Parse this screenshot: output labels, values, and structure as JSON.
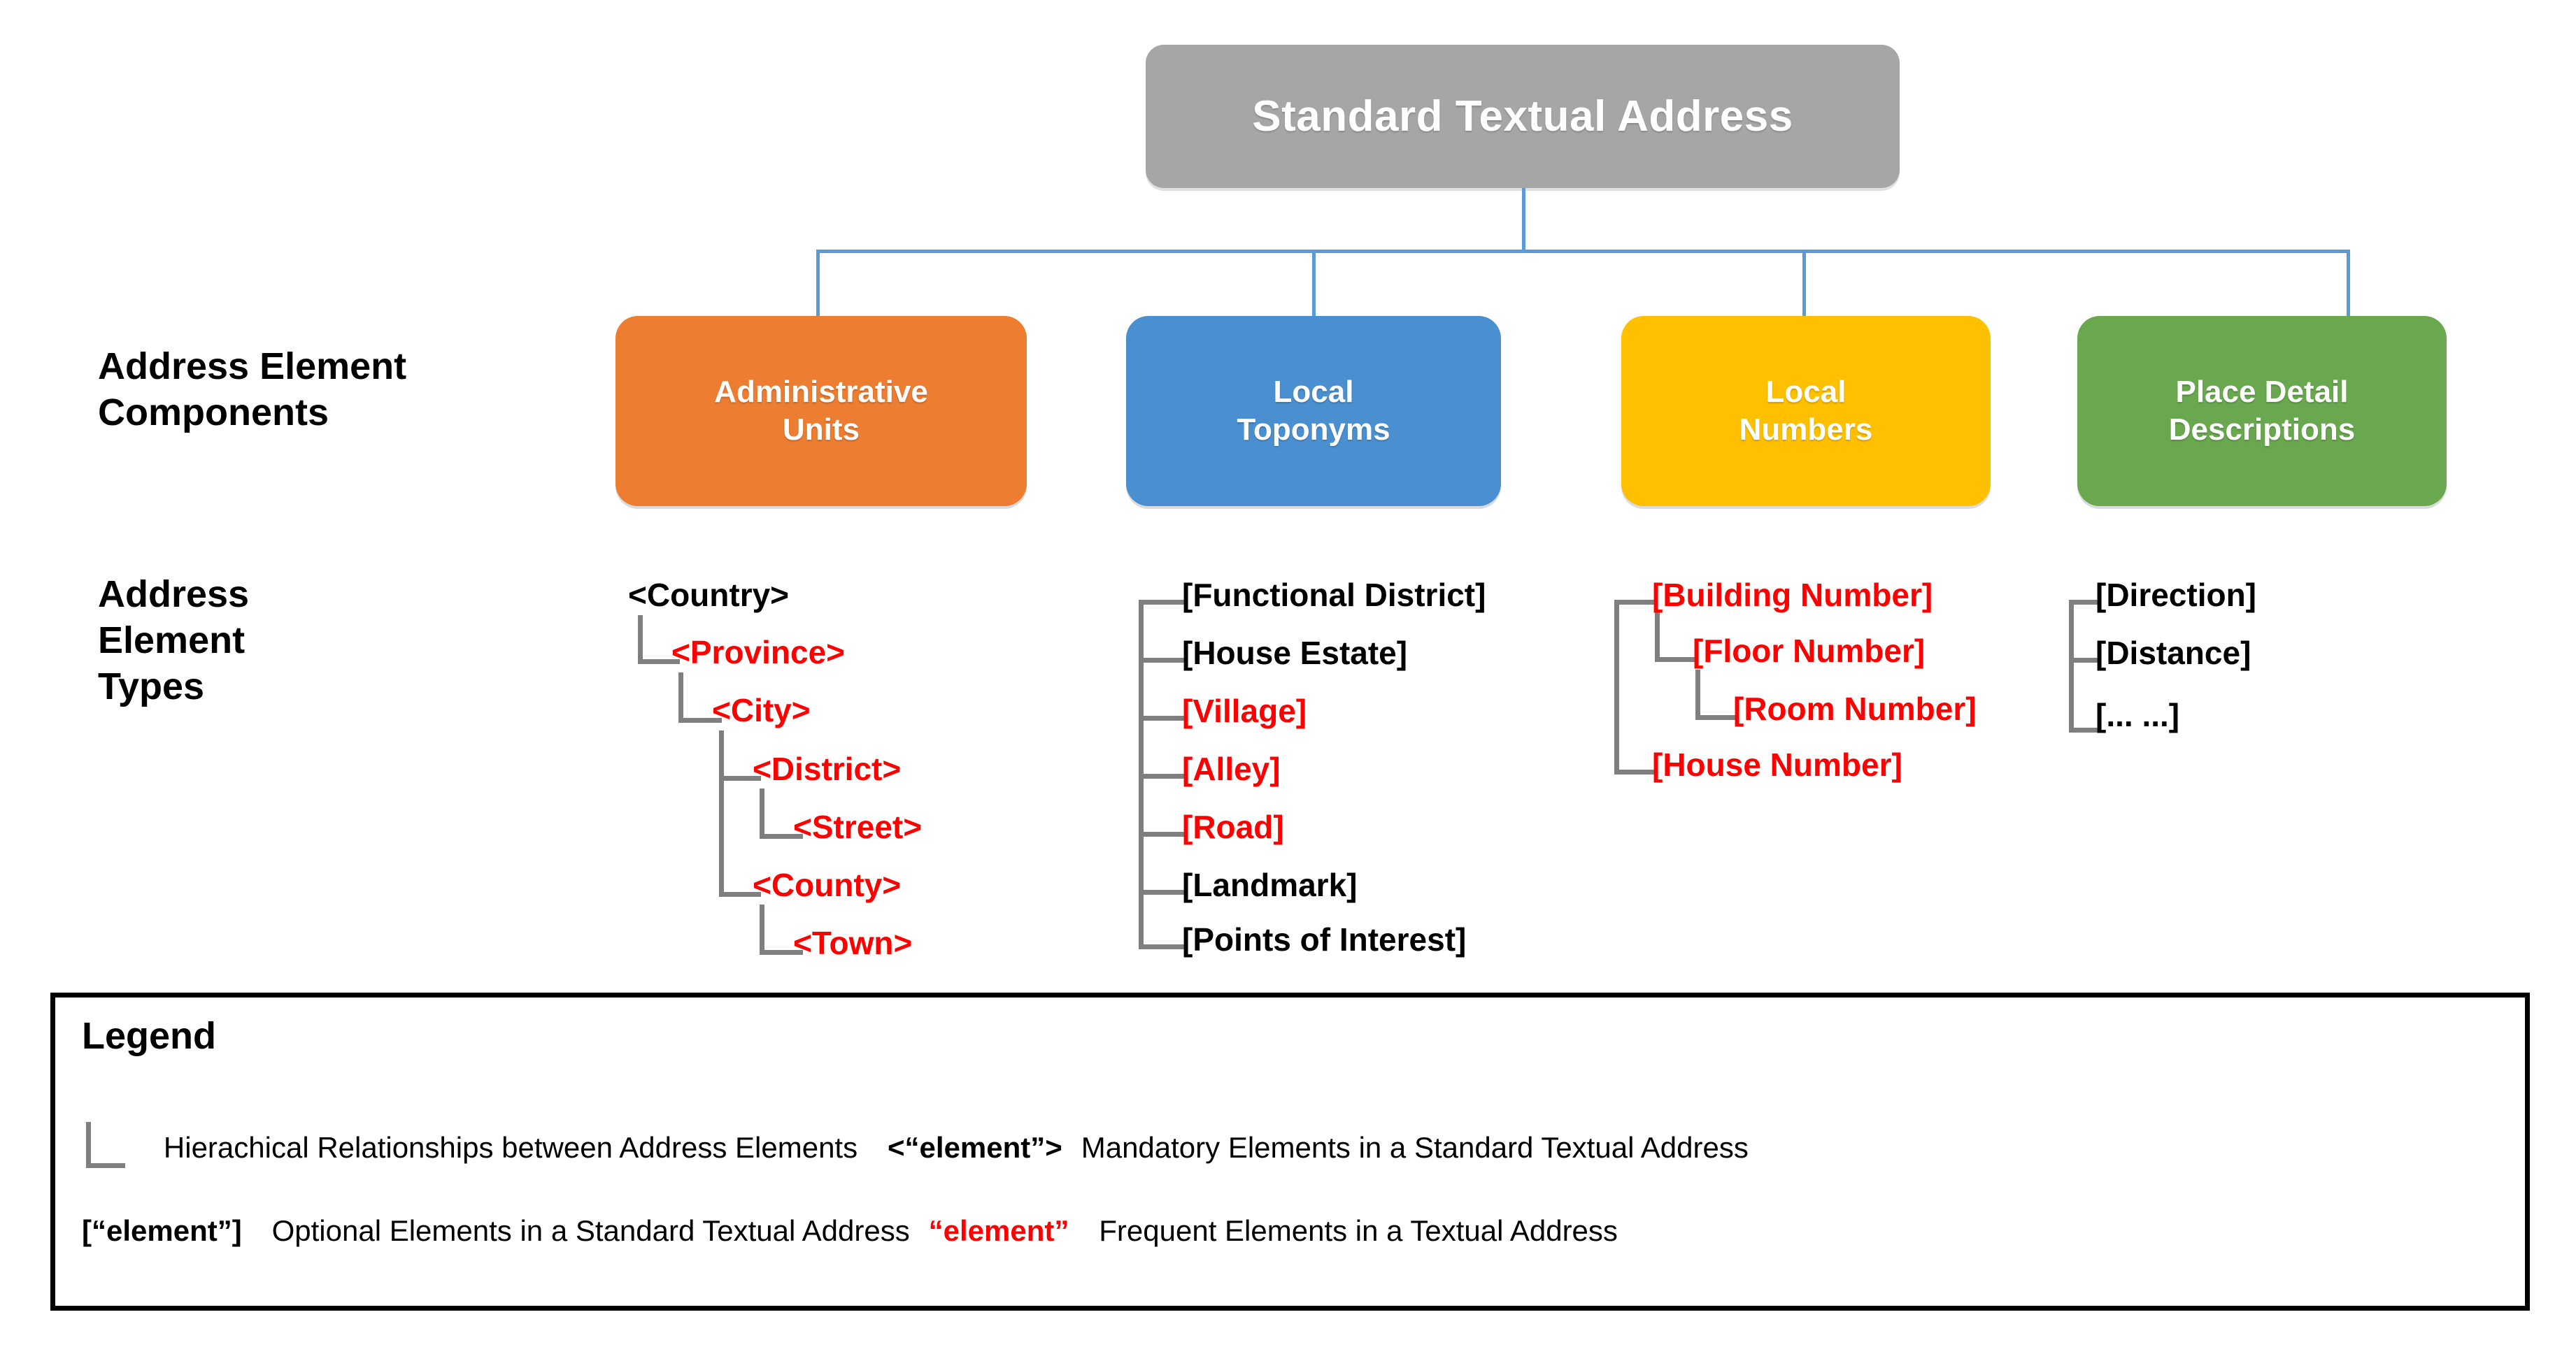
{
  "diagram": {
    "root": {
      "label": "Standard Textual Address"
    },
    "row_labels": {
      "components": "Address Element\nComponents",
      "types": "Address\nElement\nTypes"
    },
    "categories": [
      {
        "key": "administrative-units",
        "label": "Administrative\nUnits",
        "color": "#ED7D31"
      },
      {
        "key": "local-toponyms",
        "label": "Local\nToponyms",
        "color": "#4A90D0"
      },
      {
        "key": "local-numbers",
        "label": "Local\nNumbers",
        "color": "#FFC000"
      },
      {
        "key": "place-detail-descriptions",
        "label": "Place Detail\nDescriptions",
        "color": "#6AA84F"
      }
    ],
    "connector_color": "#5B9BD5",
    "tree_line_color": "#7F7F7F",
    "frequent_color": "#FF0000",
    "trees": {
      "administrative_units": [
        {
          "label": "<Country>",
          "red": false,
          "depth": 0
        },
        {
          "label": "<Province>",
          "red": true,
          "depth": 1
        },
        {
          "label": "<City>",
          "red": true,
          "depth": 2
        },
        {
          "label": "<District>",
          "red": true,
          "depth": 3
        },
        {
          "label": "<Street>",
          "red": true,
          "depth": 4
        },
        {
          "label": "<County>",
          "red": true,
          "depth": 3
        },
        {
          "label": "<Town>",
          "red": true,
          "depth": 4
        }
      ],
      "local_toponyms": [
        {
          "label": "[Functional District]",
          "red": false
        },
        {
          "label": "[House Estate]",
          "red": false
        },
        {
          "label": "[Village]",
          "red": true
        },
        {
          "label": "[Alley]",
          "red": true
        },
        {
          "label": "[Road]",
          "red": true
        },
        {
          "label": "[Landmark]",
          "red": false
        },
        {
          "label": "[Points of Interest]",
          "red": false
        }
      ],
      "local_numbers": [
        {
          "label": "[Building Number]",
          "red": true,
          "depth": 0
        },
        {
          "label": "[Floor Number]",
          "red": true,
          "depth": 1
        },
        {
          "label": "[Room Number]",
          "red": true,
          "depth": 2
        },
        {
          "label": "[House Number]",
          "red": true,
          "depth": 0
        }
      ],
      "place_detail_descriptions": [
        {
          "label": "[Direction]",
          "red": false
        },
        {
          "label": "[Distance]",
          "red": false
        },
        {
          "label": "[... ...]",
          "red": false
        }
      ]
    },
    "legend": {
      "title": "Legend",
      "row1": {
        "item1_symbol": "bracket-glyph",
        "item1_text": "Hierachical Relationships between Address Elements",
        "item2_symbol": "<“element”>",
        "item2_text": "Mandatory  Elements in a Standard Textual Address"
      },
      "row2": {
        "item1_symbol": "[“element”]",
        "item1_text": "Optional Elements in a Standard Textual Address",
        "item2_symbol": "“element”",
        "item2_text": "Frequent Elements in a Textual Address"
      }
    }
  }
}
